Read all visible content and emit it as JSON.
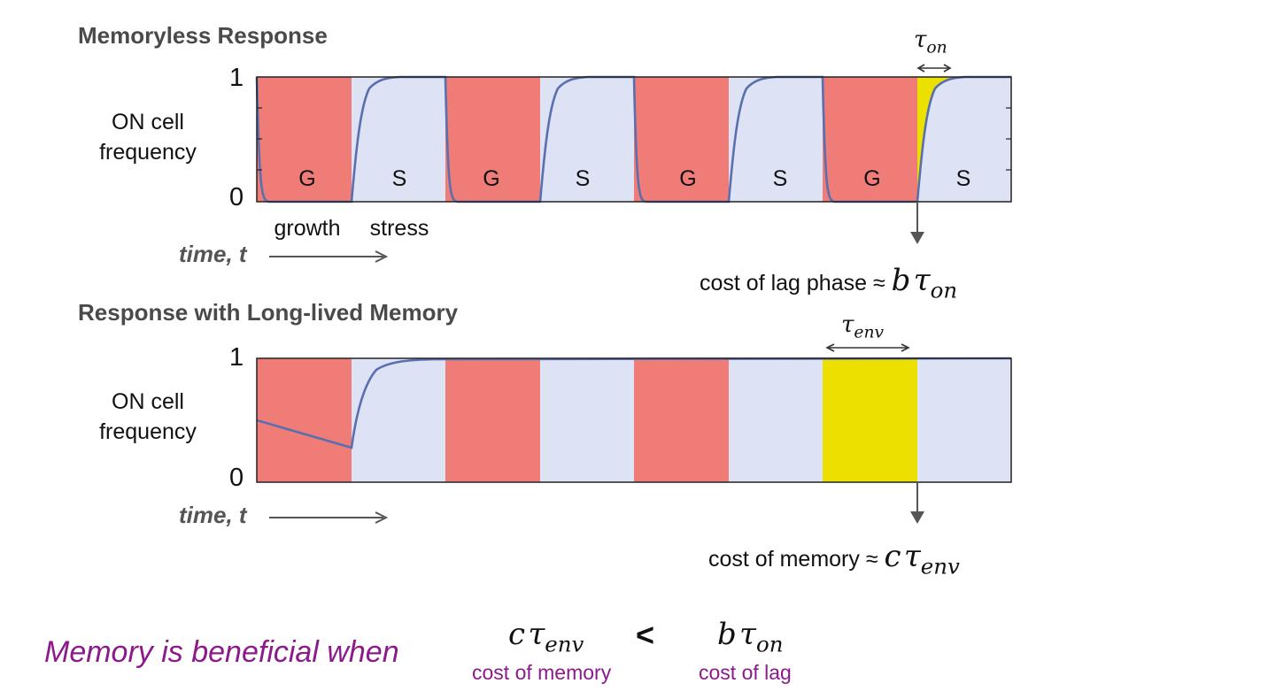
{
  "panel1": {
    "title": "Memoryless Response",
    "ylabel_lines": [
      "ON cell",
      "frequency"
    ],
    "y_top": "1",
    "y_bottom": "0",
    "segments": [
      "G",
      "S",
      "G",
      "S",
      "G",
      "S",
      "G",
      "S"
    ],
    "under_labels": [
      "growth",
      "stress"
    ],
    "time_label": "time, t",
    "tau_symbol": "τ",
    "tau_sub": "on",
    "cost_text": "cost of lag phase ≈",
    "cost_coef": "b",
    "cost_tau": "τ",
    "cost_sub": "on"
  },
  "panel2": {
    "title": "Response with Long-lived Memory",
    "ylabel_lines": [
      "ON cell",
      "frequency"
    ],
    "y_top": "1",
    "y_bottom": "0",
    "time_label": "time, t",
    "tau_symbol": "τ",
    "tau_sub": "env",
    "cost_text": "cost of memory ≈",
    "cost_coef": "c",
    "cost_tau": "τ",
    "cost_sub": "env"
  },
  "conclusion": {
    "statement": "Memory is beneficial when",
    "left_coef": "c",
    "left_tau": "τ",
    "left_sub": "env",
    "operator": "<",
    "right_coef": "b",
    "right_tau": "τ",
    "right_sub": "on",
    "left_caption": "cost of memory",
    "right_caption": "cost of lag"
  },
  "colors": {
    "growth": "#f07c77",
    "stress": "#dde3f4",
    "highlight": "#ece000",
    "curve": "#5a6fb0",
    "purple": "#8b1a8b"
  }
}
